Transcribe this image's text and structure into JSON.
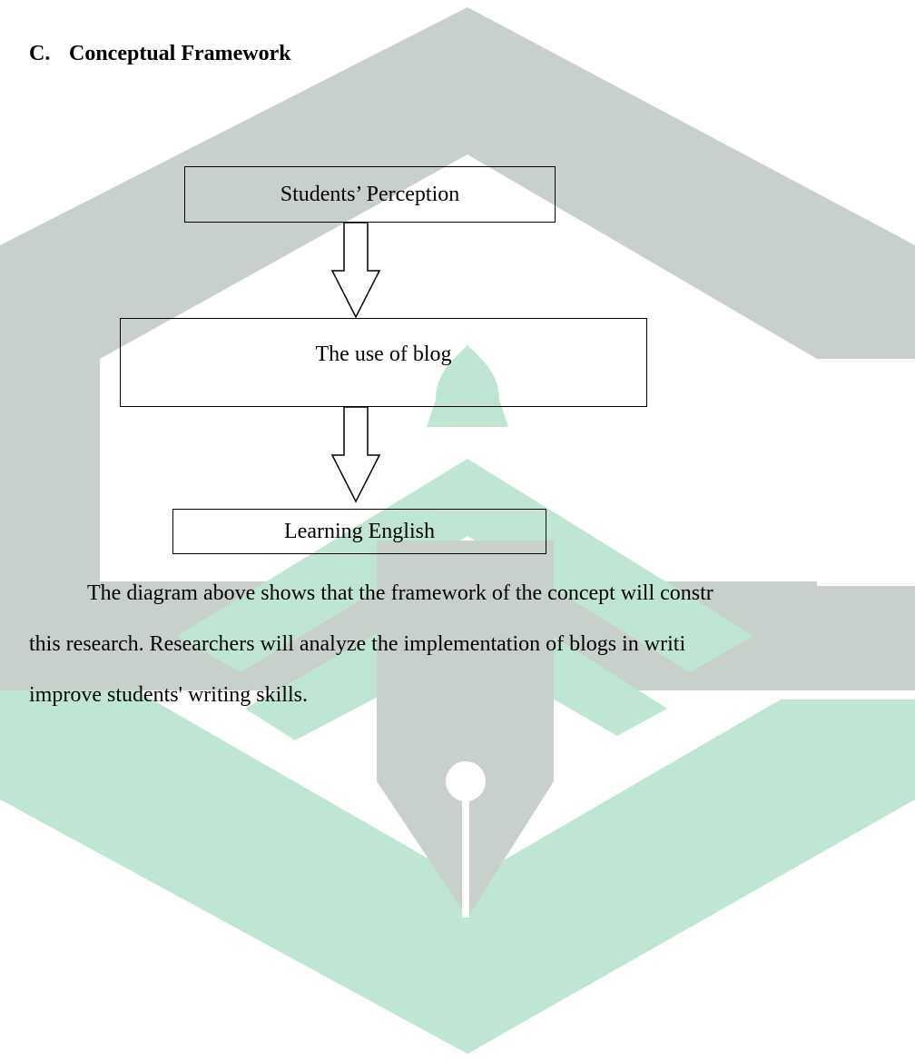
{
  "section": {
    "number": "C.",
    "title": "Conceptual Framework"
  },
  "diagram": {
    "boxes": [
      "Students’ Perception",
      "The use of blog",
      "Learning English"
    ]
  },
  "paragraph": {
    "lines": [
      "The diagram above shows that the framework of the concept will constr",
      "this research. Researchers will analyze the implementation of blogs in writi",
      "improve students' writing skills."
    ]
  },
  "colors": {
    "watermark_gray": "#c8d0cc",
    "watermark_green": "#bfe6d3",
    "text": "#000000"
  },
  "icons": {
    "watermark": "pen-nib-hexagon-logo"
  }
}
